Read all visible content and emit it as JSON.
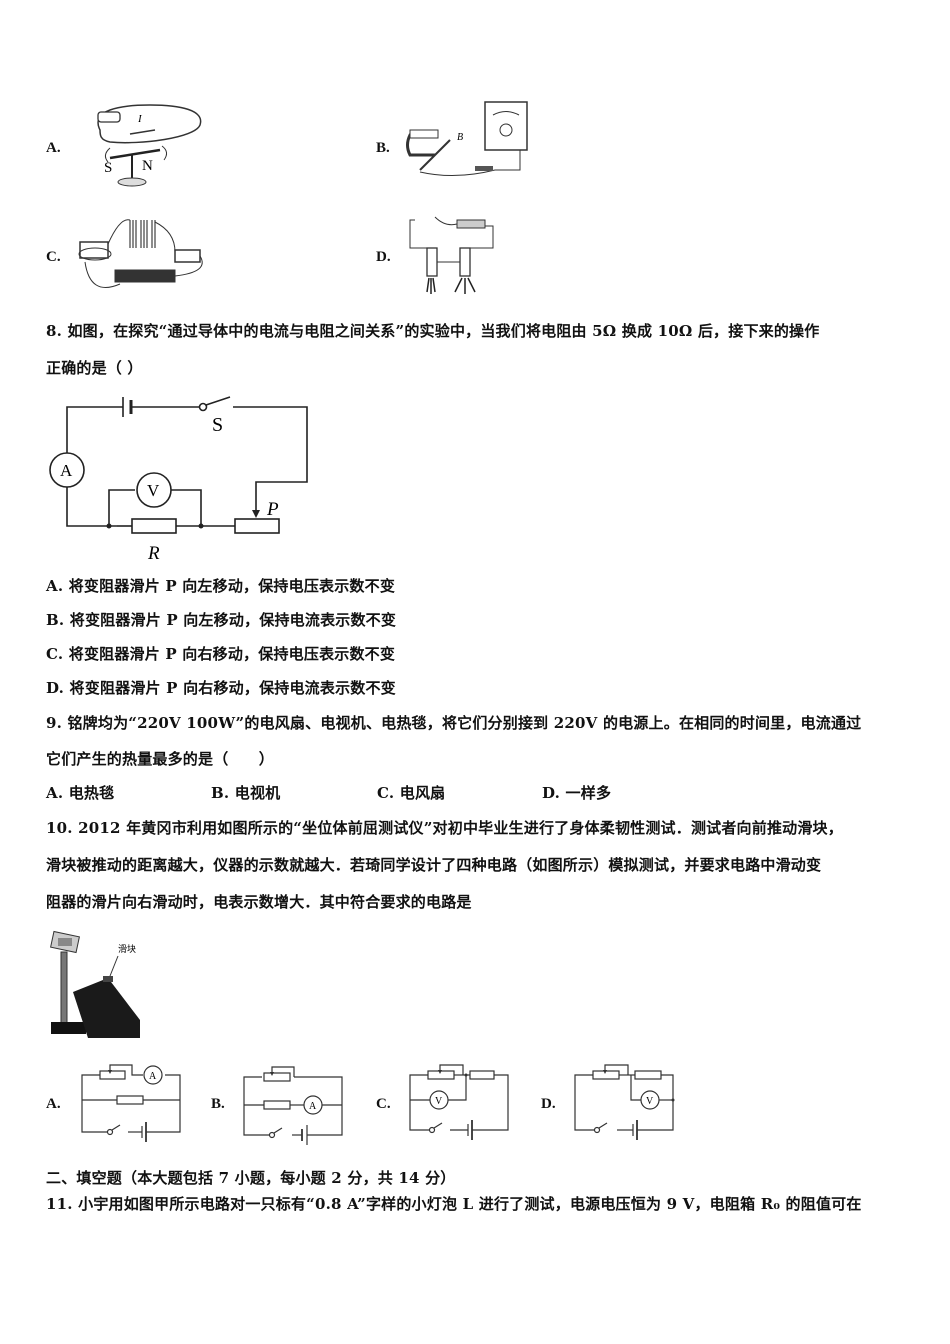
{
  "q7_options": {
    "a": {
      "label": "A."
    },
    "b": {
      "label": "B."
    },
    "c": {
      "label": "C."
    },
    "d": {
      "label": "D."
    },
    "fig_a_labels": {
      "current": "I",
      "south": "S",
      "north": "N"
    },
    "fig_b_labels": {
      "field": "B"
    }
  },
  "q8": {
    "stem_line1": "8. 如图，在探究“通过导体中的电流与电阻之间关系”的实验中，当我们将电阻由 5Ω 换成 10Ω 后，接下来的操作",
    "stem_line2": "正确的是（ ）",
    "circuit": {
      "switch": "S",
      "ammeter": "A",
      "voltmeter": "V",
      "rheostat_slider": "P",
      "resistor": "R"
    },
    "options": [
      {
        "label": "A.",
        "text": "将变阻器滑片 P 向左移动，保持电压表示数不变"
      },
      {
        "label": "B.",
        "text": "将变阻器滑片 P 向左移动，保持电流表示数不变"
      },
      {
        "label": "C.",
        "text": "将变阻器滑片 P 向右移动，保持电压表示数不变"
      },
      {
        "label": "D.",
        "text": "将变阻器滑片 P 向右移动，保持电流表示数不变"
      }
    ]
  },
  "q9": {
    "stem_line1": "9. 铭牌均为“220V 100W”的电风扇、电视机、电热毯，将它们分别接到 220V 的电源上。在相同的时间里，电流通过",
    "stem_line2": "它们产生的热量最多的是（　　）",
    "options": [
      {
        "label": "A.",
        "text": "电热毯"
      },
      {
        "label": "B.",
        "text": "电视机"
      },
      {
        "label": "C.",
        "text": "电风扇"
      },
      {
        "label": "D.",
        "text": "一样多"
      }
    ]
  },
  "q10": {
    "stem_line1": "10. 2012 年黄冈市利用如图所示的“坐位体前屈测试仪”对初中毕业生进行了身体柔韧性测试．测试者向前推动滑块，",
    "stem_line2": "滑块被推动的距离越大，仪器的示数就越大．若琦同学设计了四种电路（如图所示）模拟测试，并要求电路中滑动变",
    "stem_line3": "阻器的滑片向右滑动时，电表示数增大．其中符合要求的电路是",
    "photo_label": "滑块",
    "options": [
      {
        "label": "A.",
        "meter": "A"
      },
      {
        "label": "B.",
        "meter": "A"
      },
      {
        "label": "C.",
        "meter": "V"
      },
      {
        "label": "D.",
        "meter": "V"
      }
    ]
  },
  "section2": {
    "heading": "二、填空题（本大题包括 7 小题，每小题 2 分，共 14 分）"
  },
  "q11": {
    "stem_line1": "11. 小宇用如图甲所示电路对一只标有“0.8 A”字样的小灯泡 L 进行了测试，电源电压恒为 9 V，电阻箱 R₀ 的阻值可在"
  }
}
